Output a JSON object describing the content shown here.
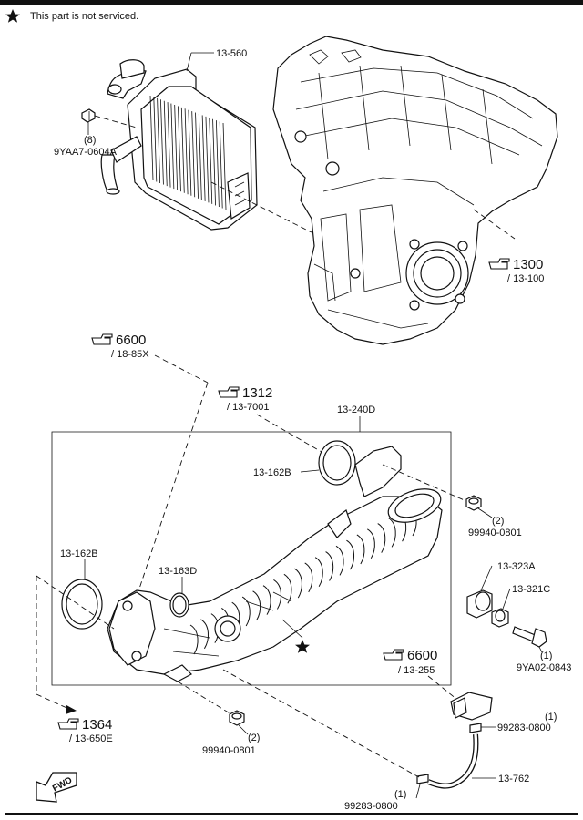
{
  "header": {
    "note": "This part is not serviced.",
    "note_icon": "star-icon"
  },
  "labels": {
    "intercooler": "13-560",
    "bolt_qty_a": "(8)",
    "bolt_a": "9YAA7-0604A",
    "manifold_ref_num": "1300",
    "manifold_ref_sub": "/ 13-100",
    "ref_6600_num": "6600",
    "ref_6600_sub": "/ 18-85X",
    "ref_1312_num": "1312",
    "ref_1312_sub": "/ 13-7001",
    "duct_assy": "13-240D",
    "gasket_upper": "13-162B",
    "nut_qty_upper": "(2)",
    "nut_upper": "99940-0801",
    "gasket_lower": "13-162B",
    "oring": "13-163D",
    "grommet": "13-323A",
    "collar": "13-321C",
    "bolt_qty_b": "(1)",
    "bolt_b": "9YA02-0843",
    "ref_6600b_num": "6600",
    "ref_6600b_sub": "/ 13-255",
    "clip_qty_upper": "(1)",
    "clip_upper": "99283-0800",
    "ref_1364_num": "1364",
    "ref_1364_sub": "/ 13-650E",
    "nut_qty_lower": "(2)",
    "nut_lower": "99940-0801",
    "hose": "13-762",
    "clip_qty_lower": "(1)",
    "clip_lower": "99283-0800",
    "fwd": "FWD"
  },
  "icons": {
    "reference": "pointing-hand-icon",
    "forward": "fwd-arrow-icon"
  },
  "colors": {
    "line": "#111111",
    "background": "#ffffff"
  }
}
